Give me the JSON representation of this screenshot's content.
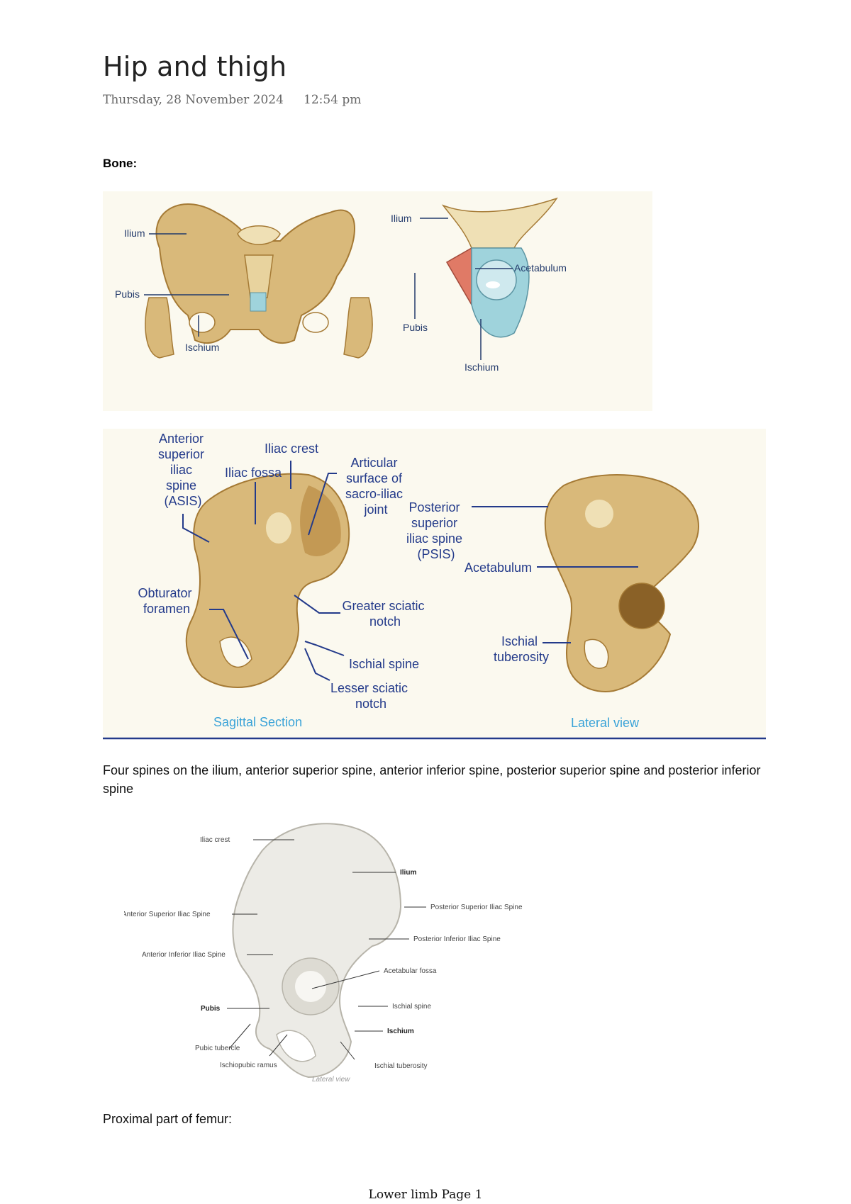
{
  "document": {
    "title": "Hip and thigh",
    "date": "Thursday, 28 November 2024",
    "time": "12:54 pm",
    "section_bone": "Bone:",
    "spines_note": "Four spines on the ilium, anterior superior spine, anterior inferior spine, posterior superior spine and posterior inferior spine",
    "section_femur": "Proximal part of femur:",
    "footer": "Lower limb Page 1"
  },
  "figure1": {
    "left_labels": {
      "ilium": "Ilium",
      "pubis": "Pubis",
      "ischium": "Ischium"
    },
    "right_labels": {
      "ilium": "Ilium",
      "acetabulum": "Acetabulum",
      "pubis": "Pubis",
      "ischium": "Ischium"
    }
  },
  "figure2": {
    "sagittal": {
      "asis_lines": [
        "Anterior",
        "superior",
        "iliac",
        "spine",
        "(ASIS)"
      ],
      "iliac_crest": "Iliac crest",
      "iliac_fossa": "Iliac fossa",
      "articular_lines": [
        "Articular",
        "surface of",
        "sacro-iliac",
        "joint"
      ],
      "obturator_lines": [
        "Obturator",
        "foramen"
      ],
      "greater_sciatic_lines": [
        "Greater sciatic",
        "notch"
      ],
      "ischial_spine": "Ischial spine",
      "lesser_sciatic_lines": [
        "Lesser sciatic",
        "notch"
      ],
      "caption": "Sagittal Section"
    },
    "lateral": {
      "psis_lines": [
        "Posterior",
        "superior",
        "iliac spine",
        "(PSIS)"
      ],
      "acetabulum": "Acetabulum",
      "ischial_tuberosity_lines": [
        "Ischial",
        "tuberosity"
      ],
      "caption": "Lateral view"
    }
  },
  "figure3": {
    "iliac_crest": "Iliac crest",
    "ilium": "Ilium",
    "asis": "Anterior Superior Iliac Spine",
    "psis": "Posterior Superior Iliac Spine",
    "piis": "Posterior Inferior Iliac Spine",
    "aiis": "Anterior Inferior Iliac Spine",
    "acetabular_fossa": "Acetabular fossa",
    "ischial_spine": "Ischial spine",
    "pubis": "Pubis",
    "ischium": "Ischium",
    "pubic_tubercle": "Pubic tubercle",
    "ischiopubic_ramus": "Ischiopubic ramus",
    "ischial_tuberosity": "Ischial tuberosity",
    "caption": "Lateral view"
  },
  "colors": {
    "bone_tan": "#d9b97a",
    "bone_dark": "#a57a35",
    "figure_bg": "#fbf9ef",
    "label_blue": "#233a8a",
    "caption_cyan": "#3aa3d8",
    "cartilage_blue": "#9fd3dc",
    "pubis_red": "#e07a66"
  }
}
